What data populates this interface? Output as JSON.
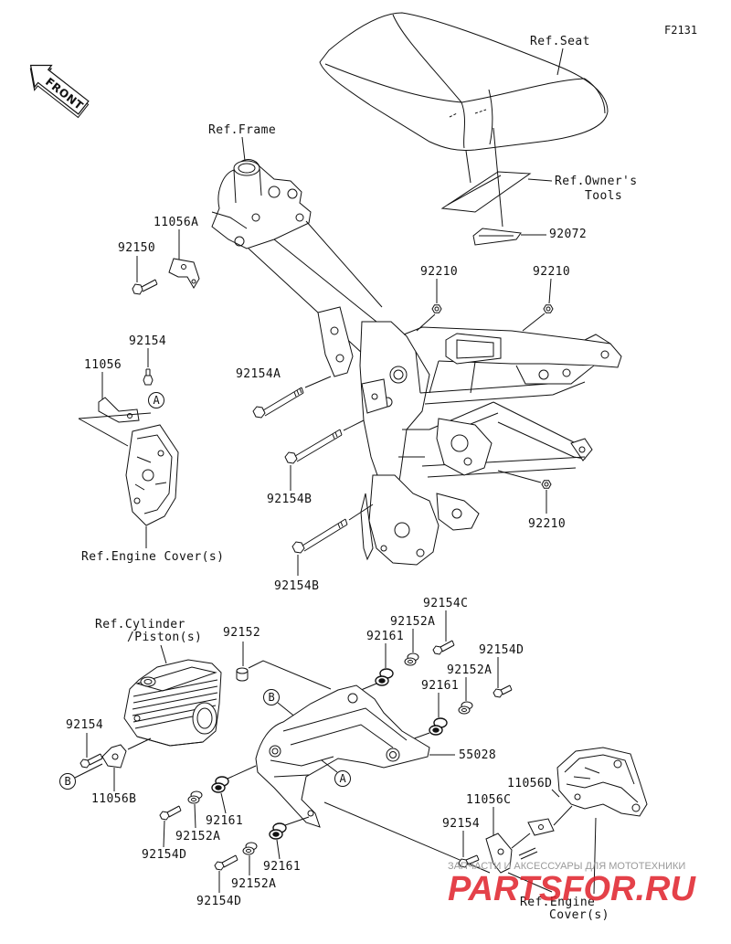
{
  "diagram": {
    "code": "F2131",
    "front_arrow": "FRONT"
  },
  "references": {
    "seat": "Ref.Seat",
    "frame": "Ref.Frame",
    "owners_tools_line1": "Ref.Owner's",
    "owners_tools_line2": "Tools",
    "engine_cover_left": "Ref.Engine Cover(s)",
    "cylinder_piston_line1": "Ref.Cylinder",
    "cylinder_piston_line2": "/Piston(s)",
    "engine_cover_right_line1": "Ref.Engine",
    "engine_cover_right_line2": "Cover(s)"
  },
  "part_numbers": [
    "92072",
    "11056A",
    "92150",
    "92210",
    "92210",
    "92154",
    "11056",
    "92154A",
    "92154B",
    "92210",
    "92154B",
    "92152",
    "92154C",
    "92152A",
    "92161",
    "92154D",
    "92152A",
    "92161",
    "92154",
    "55028",
    "11056B",
    "11056D",
    "11056C",
    "92161",
    "92154",
    "92152A",
    "92154D",
    "92161",
    "92152A",
    "92154D"
  ],
  "callouts": [
    "A",
    "B",
    "A",
    "B"
  ],
  "watermark": {
    "tagline": "ЗАПЧАСТИ И АКСЕССУАРЫ ДЛЯ МОТОТЕХНИКИ",
    "brand": "PARTSFOR.RU"
  },
  "colors": {
    "line": "#111111",
    "background": "#ffffff",
    "watermark_brand": "#e0202a",
    "watermark_tagline": "#9a9a9a"
  }
}
